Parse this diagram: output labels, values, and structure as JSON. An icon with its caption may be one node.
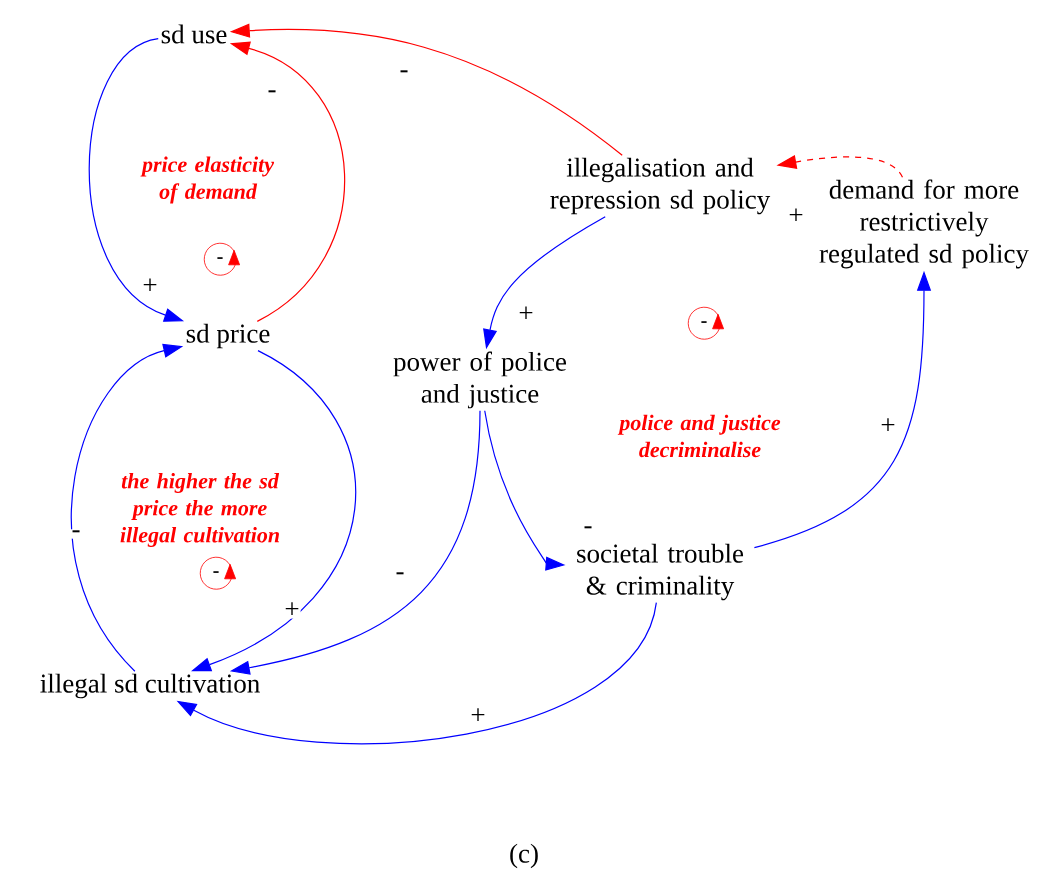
{
  "diagram": {
    "caption": "(c)",
    "nodes": [
      {
        "text": [
          "sd use"
        ]
      },
      {
        "text": [
          "illegalisation and repression sd policy"
        ]
      },
      {
        "text": [
          "sd price"
        ]
      },
      {
        "text": [
          "power of police and justice"
        ]
      },
      {
        "text": [
          "demand for more restrictively regulated sd policy"
        ]
      },
      {
        "text": [
          "societal trouble & criminality"
        ]
      },
      {
        "text": [
          "illegal sd cultivation"
        ]
      }
    ],
    "edges": [
      {
        "from": 0,
        "to": 2,
        "arrow": "to",
        "label": "+"
      },
      {
        "from": 2,
        "to": 0,
        "arrow": "to",
        "label": "-",
        "color": "#ff0000"
      },
      {
        "from": 1,
        "to": 0,
        "arrow": "to",
        "label": "-",
        "color": "#ff0000"
      },
      {
        "from": 1,
        "to": 3,
        "arrow": "to",
        "label": "+"
      },
      {
        "from": 4,
        "to": 1,
        "arrow": "to",
        "label": "+",
        "style": "dashed",
        "color": "#ff0000"
      },
      {
        "from": 3,
        "to": 5,
        "arrow": "to",
        "label": "-"
      },
      {
        "from": 5,
        "to": 4,
        "arrow": "to",
        "label": "+"
      },
      {
        "from": 3,
        "to": 6,
        "arrow": "to",
        "label": "-"
      },
      {
        "from": 2,
        "to": 6,
        "arrow": "to",
        "label": "+"
      },
      {
        "from": 6,
        "to": 2,
        "arrow": "to",
        "label": "-"
      },
      {
        "from": 5,
        "to": 6,
        "arrow": "to",
        "label": "+"
      }
    ],
    "labels": [
      "price elasticity of demand",
      "-",
      "police and justice decriminalise",
      "-",
      "the higher the sd price the more illegal cultivation",
      "-"
    ]
  }
}
